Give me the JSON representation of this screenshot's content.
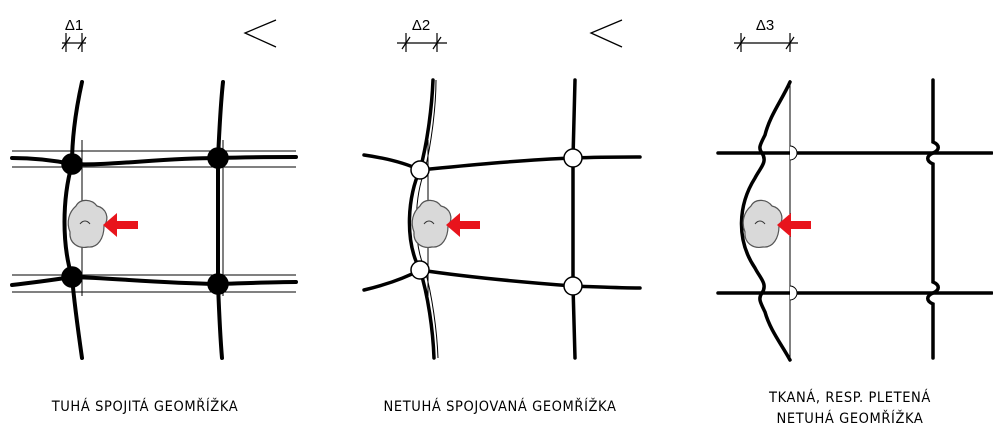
{
  "panels": [
    {
      "id": "rigid",
      "delta_label": "Δ1",
      "caption_lines": [
        "TUHÁ SPOJITÁ GEOMŘÍŽKA"
      ],
      "junction_style": "filled"
    },
    {
      "id": "flexible-joined",
      "delta_label": "Δ2",
      "caption_lines": [
        "NETUHÁ SPOJOVANÁ GEOMŘÍŽKA"
      ],
      "junction_style": "open"
    },
    {
      "id": "woven",
      "delta_label": "Δ3",
      "caption_lines": [
        "TKANÁ, RESP. PLETENÁ",
        "NETUHÁ GEOMŘÍŽKA"
      ],
      "junction_style": "woven"
    }
  ],
  "comparison_signs": [
    "<",
    "<"
  ],
  "colors": {
    "line": "#000000",
    "arrow": "#e8141c",
    "stone_fill": "#d9d9d9",
    "stone_stroke": "#555555"
  }
}
